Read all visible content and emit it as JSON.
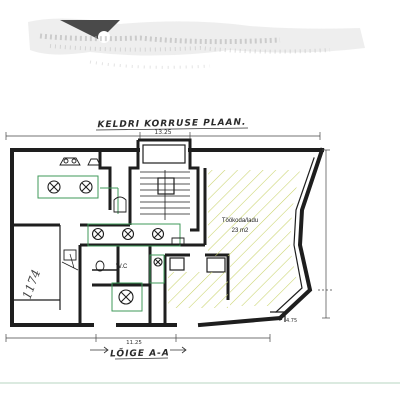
{
  "plan": {
    "title": "KELDRI KORRUSE PLAAN.",
    "section_label": "LÕIGE A-A",
    "room_name": "Töökoda/ladu",
    "room_area": "23 m2",
    "wc_label": "W.C",
    "top_dimension": "13.25",
    "bottom_dimension": "11.25",
    "right_dimension": "4.75",
    "hatch_color": "#c9d36a",
    "fixture_color": "#3f9a5a"
  }
}
